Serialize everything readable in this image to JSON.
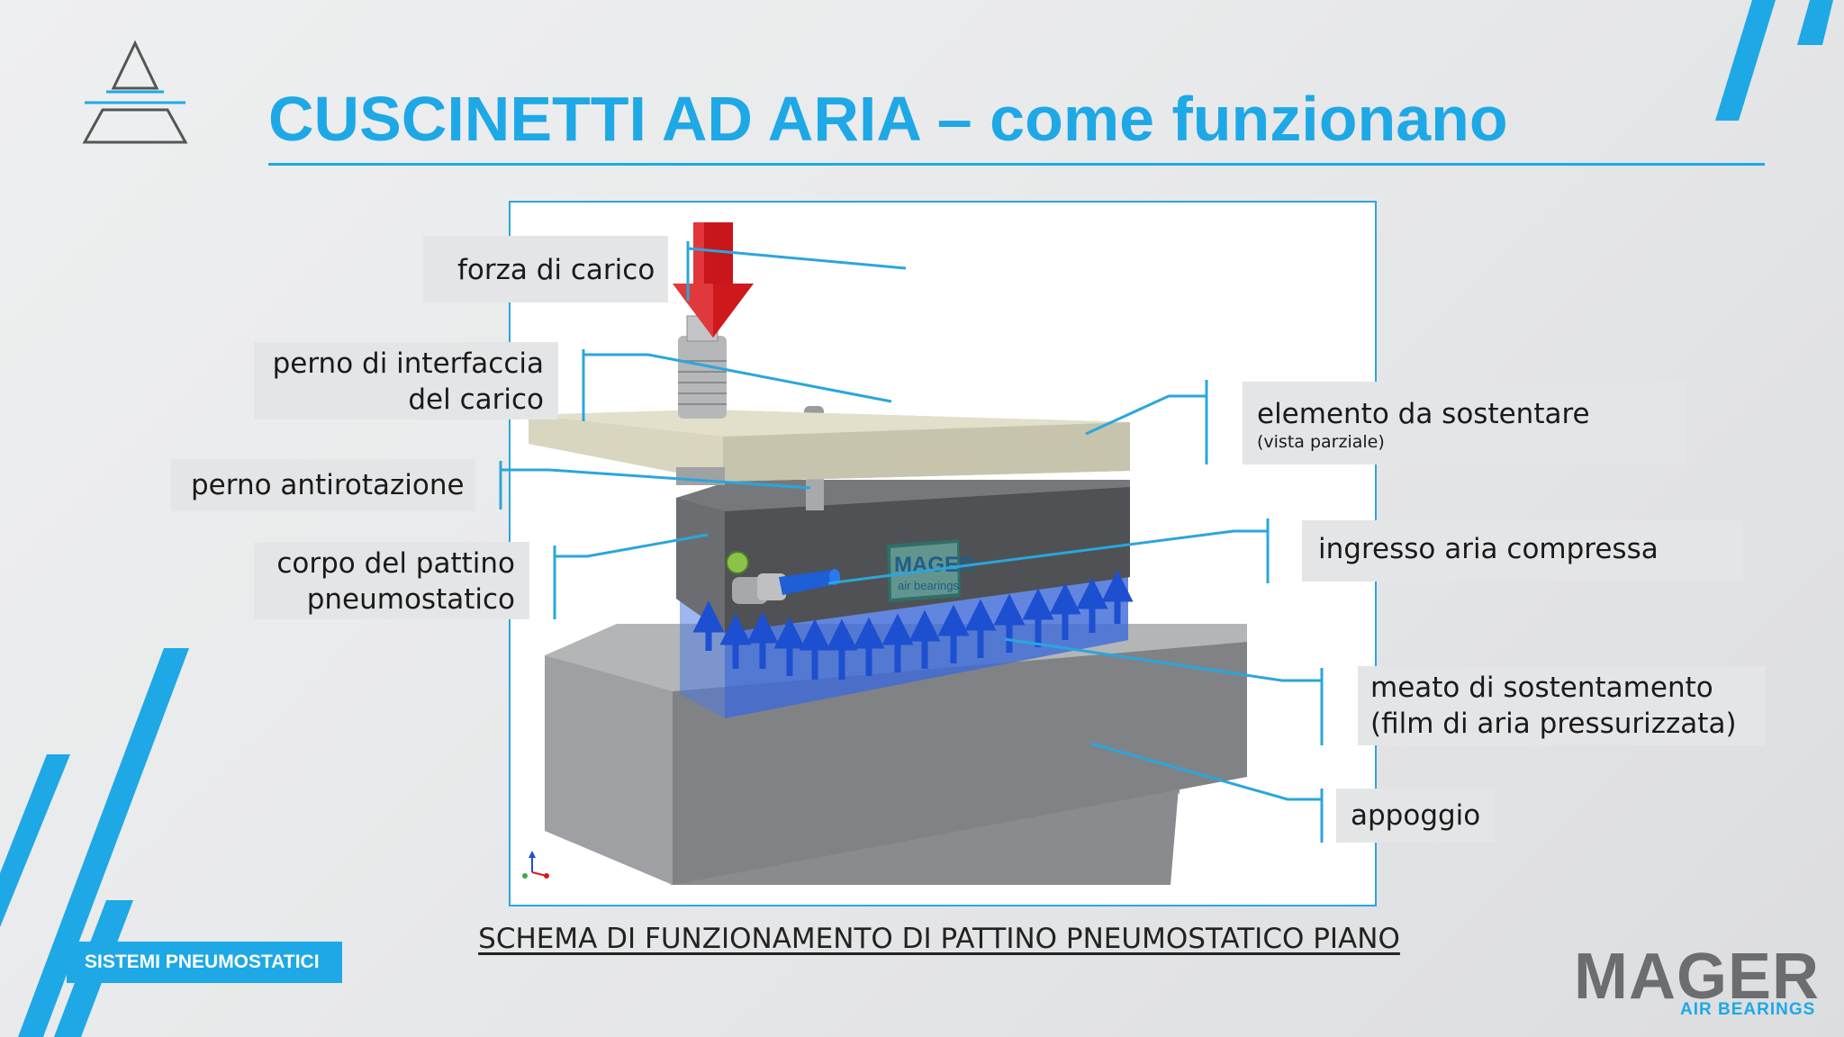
{
  "header": {
    "title": "CUSCINETTI AD ARIA – come funzionano"
  },
  "callouts": {
    "forza": "forza di carico",
    "perno_line1": "perno di interfaccia",
    "perno_line2": "del carico",
    "antirotazione": "perno antirotazione",
    "corpo_line1": "corpo del pattino",
    "corpo_line2": "pneumostatico",
    "elemento": "elemento da sostentare",
    "elemento_sub": "(vista parziale)",
    "ingresso": "ingresso aria compressa",
    "meato_line1": "meato di sostentamento",
    "meato_line2": "(film di aria pressurizzata)",
    "appoggio": "appoggio"
  },
  "diagram": {
    "caption": "SCHEMA DI FUNZIONAMENTO DI PATTINO PNEUMOSTATICO PIANO",
    "pad_plate_line1": "MAGER",
    "pad_plate_line2": "air bearings"
  },
  "footer": {
    "section_badge": "SISTEMI PNEUMOSTATICI",
    "brand_name": "MAGER",
    "brand_sub": "AIR BEARINGS"
  },
  "colors": {
    "accent": "#1ea8e6",
    "leader_lines": "#2aa6dc",
    "load_arrow": "#d81a1a",
    "air_arrows": "#1d4fd1",
    "pad_body": "#5b5c5f",
    "base": "#8e8f92",
    "plate": "#dcdac4"
  },
  "icons": [
    "logo-pyramid-icon",
    "axis-triad-icon",
    "corner-stripes-icon"
  ]
}
